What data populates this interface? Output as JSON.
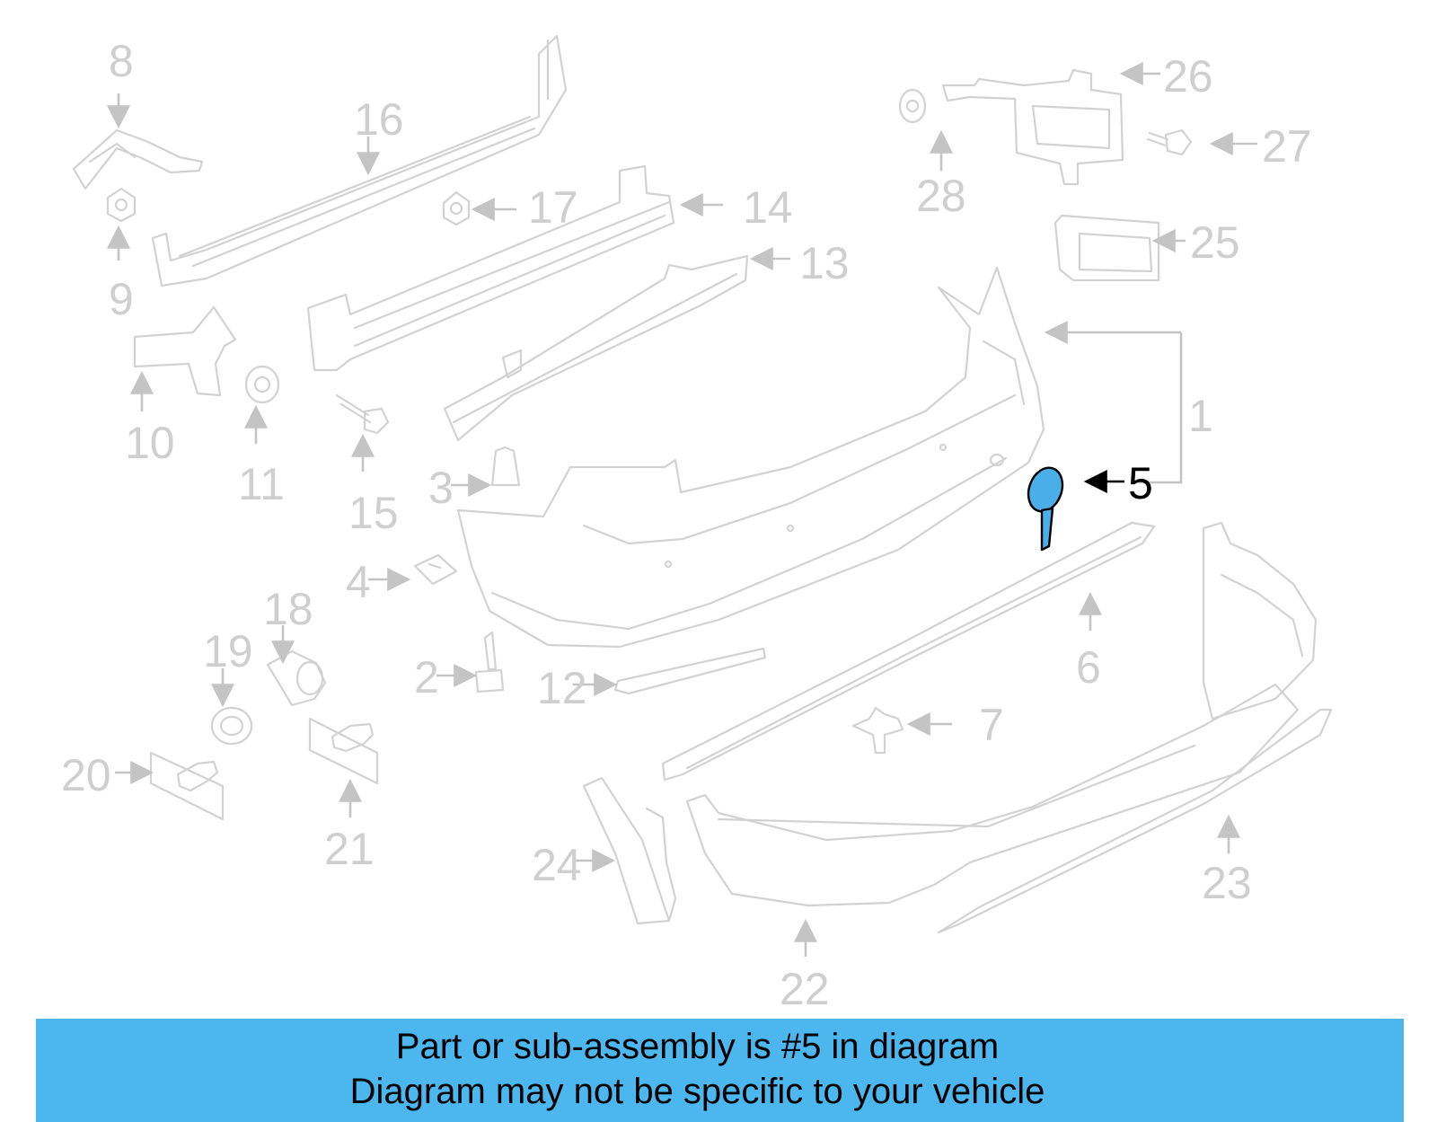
{
  "diagram": {
    "highlighted_part": "5",
    "callouts": [
      "1",
      "2",
      "3",
      "4",
      "5",
      "6",
      "7",
      "8",
      "9",
      "10",
      "11",
      "12",
      "13",
      "14",
      "15",
      "16",
      "17",
      "18",
      "19",
      "20",
      "21",
      "22",
      "23",
      "24",
      "25",
      "26",
      "27",
      "28"
    ]
  },
  "banner": {
    "line1": "Part or sub-assembly is #5 in diagram",
    "line2": "Diagram may not be specific to your vehicle"
  },
  "colors": {
    "highlight": "#4aaee8",
    "banner": "#4cb7ef",
    "line_art": "#d2d2d2"
  }
}
